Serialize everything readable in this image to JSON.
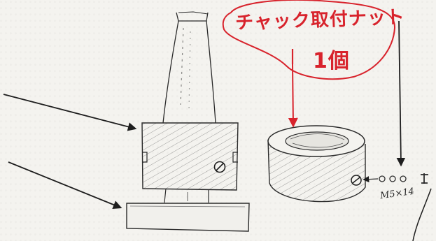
{
  "annotation": {
    "line1": "チャック取付ナット",
    "line2": "1個",
    "color": "#d8232c"
  },
  "spec_note": "M5×14",
  "ink_color": "#2a2a2a"
}
